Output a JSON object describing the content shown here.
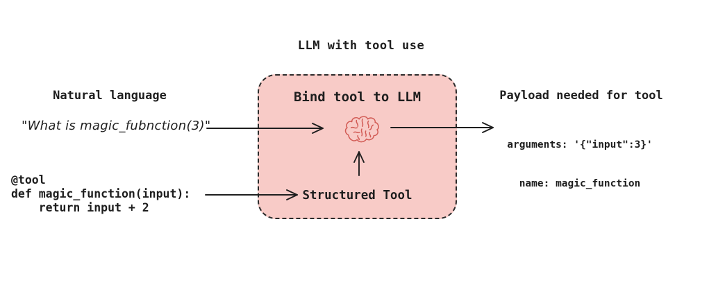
{
  "diagram": {
    "title": "LLM with tool use",
    "left": {
      "label": "Natural language",
      "quote": "\"What is magic_fubnction(3)\"",
      "code": "@tool\ndef magic_function(input):\n    return input + 2"
    },
    "box": {
      "title": "Bind tool to LLM",
      "icon": "brain-icon",
      "tool_label": "Structured Tool"
    },
    "right": {
      "label": "Payload needed for tool",
      "payload_line1": "arguments: '{\"input\":3}'",
      "payload_line2": "name: magic_function"
    },
    "colors": {
      "box_fill": "#f8cbc7",
      "box_border": "#2b2b2b",
      "brain_stroke": "#d25c56",
      "arrow": "#1e1e1e",
      "text": "#1e1e1e",
      "background": "#ffffff"
    }
  }
}
